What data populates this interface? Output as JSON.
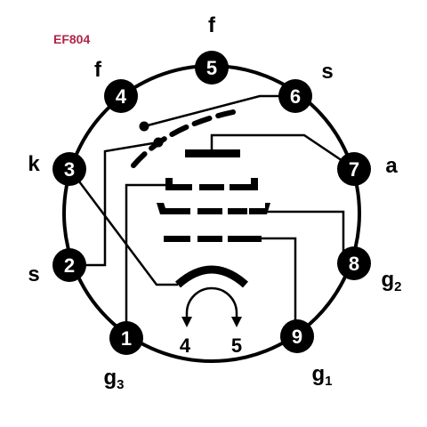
{
  "title": "EF804",
  "colors": {
    "title": "#b0244a",
    "ink": "#000000",
    "paper": "#ffffff"
  },
  "pins": [
    {
      "id": "p1",
      "number": "1",
      "label": "g",
      "label_sub": "3"
    },
    {
      "id": "p2",
      "number": "2",
      "label": "s",
      "label_sub": ""
    },
    {
      "id": "p3",
      "number": "3",
      "label": "k",
      "label_sub": ""
    },
    {
      "id": "p4",
      "number": "4",
      "label": "f",
      "label_sub": ""
    },
    {
      "id": "p5",
      "number": "5",
      "label": "f",
      "label_sub": ""
    },
    {
      "id": "p6",
      "number": "6",
      "label": "s",
      "label_sub": ""
    },
    {
      "id": "p7",
      "number": "7",
      "label": "a",
      "label_sub": ""
    },
    {
      "id": "p8",
      "number": "8",
      "label": "g",
      "label_sub": "2"
    },
    {
      "id": "p9",
      "number": "9",
      "label": "g",
      "label_sub": "1"
    }
  ],
  "heater": {
    "left": "4",
    "right": "5"
  }
}
